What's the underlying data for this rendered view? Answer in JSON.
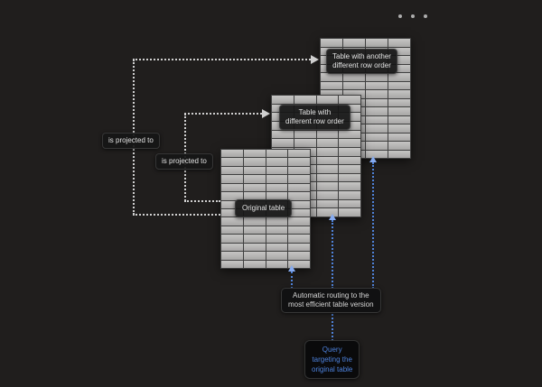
{
  "header": {
    "ellipsis_dot_count": 3
  },
  "diagram": {
    "tables": [
      {
        "key": "original",
        "label_lines": [
          "Original table"
        ],
        "cols": 4,
        "rows": 14
      },
      {
        "key": "different-row-order",
        "label_lines": [
          "Table with",
          "different row order"
        ],
        "cols": 4,
        "rows": 14
      },
      {
        "key": "another-different-row-order",
        "label_lines": [
          "Table with another",
          "different row order"
        ],
        "cols": 4,
        "rows": 14
      }
    ],
    "projection_labels": [
      "is projected to",
      "is projected to"
    ],
    "routing_note_lines": [
      "Automatic routing to the",
      "most efficient table version"
    ],
    "query_note_lines": [
      "Query",
      "targeting the",
      "original table"
    ],
    "colors": {
      "background": "#201e1d",
      "table_cell_top": "#c6c5c4",
      "table_cell_bottom": "#a8a7a6",
      "grid_line": "#3f3f3f",
      "arrow_gray": "#cfcfcf",
      "arrow_blue": "#4f82d8",
      "arrowhead_blue": "#86abf0",
      "query_text": "#4d82dd",
      "label_text": "#e3e3e3"
    }
  }
}
